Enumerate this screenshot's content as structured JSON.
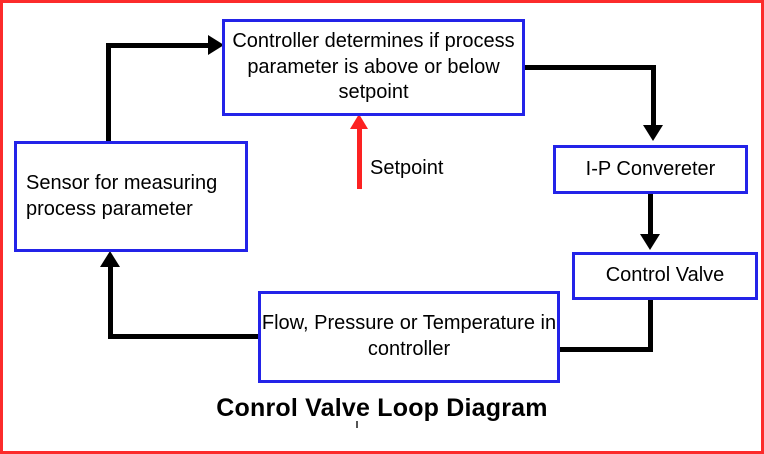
{
  "diagram": {
    "title": "Conrol Valve Loop Diagram",
    "border_color": "#fc2b2b",
    "node_border_color": "#2323e8",
    "connector_color": "#000000",
    "setpoint_color": "#fc2222"
  },
  "nodes": {
    "controller": {
      "label": "Controller determines if process parameter is above or below setpoint"
    },
    "sensor": {
      "label": "Sensor for measuring process parameter"
    },
    "ip_converter": {
      "label": "I-P Convereter"
    },
    "control_valve": {
      "label": "Control Valve"
    },
    "process": {
      "label": "Flow, Pressure or Temperature in controller"
    }
  },
  "annotations": {
    "setpoint": "Setpoint"
  }
}
